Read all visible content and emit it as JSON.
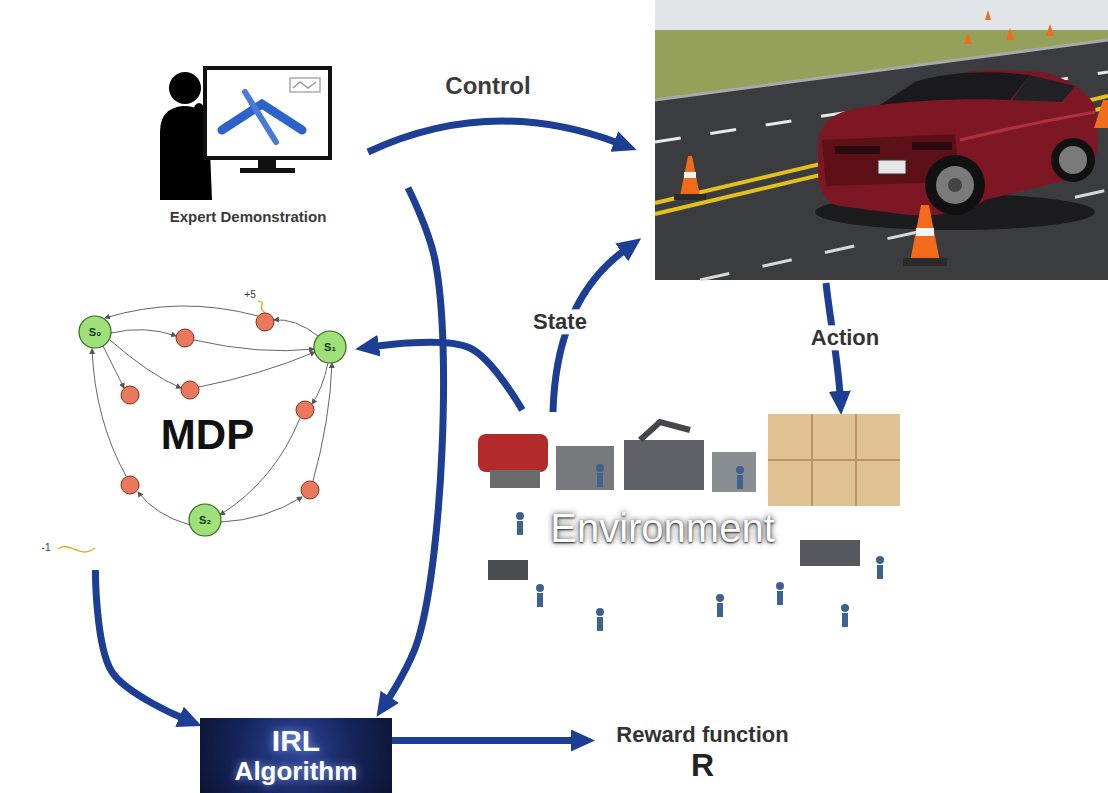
{
  "diagram": {
    "nodes": [
      {
        "text": [
          "Expert Demonstration"
        ]
      },
      {
        "text": [
          "MDP"
        ]
      },
      {
        "text": [
          "Environment"
        ]
      },
      {
        "text": [
          "IRL",
          "Algorithm"
        ]
      },
      {
        "text": [
          "Reward function",
          "R"
        ]
      }
    ],
    "edges": [
      {
        "from": 0,
        "to": 3,
        "arrow": "to"
      },
      {
        "from": 2,
        "to": 1,
        "arrow": "to"
      },
      {
        "from": 1,
        "to": 3,
        "arrow": "to"
      },
      {
        "from": 3,
        "to": 4,
        "arrow": "to"
      }
    ],
    "labels": [
      "Control",
      "State",
      "Action",
      "S₀",
      "S₁",
      "S₂",
      "+5",
      "-1"
    ]
  }
}
